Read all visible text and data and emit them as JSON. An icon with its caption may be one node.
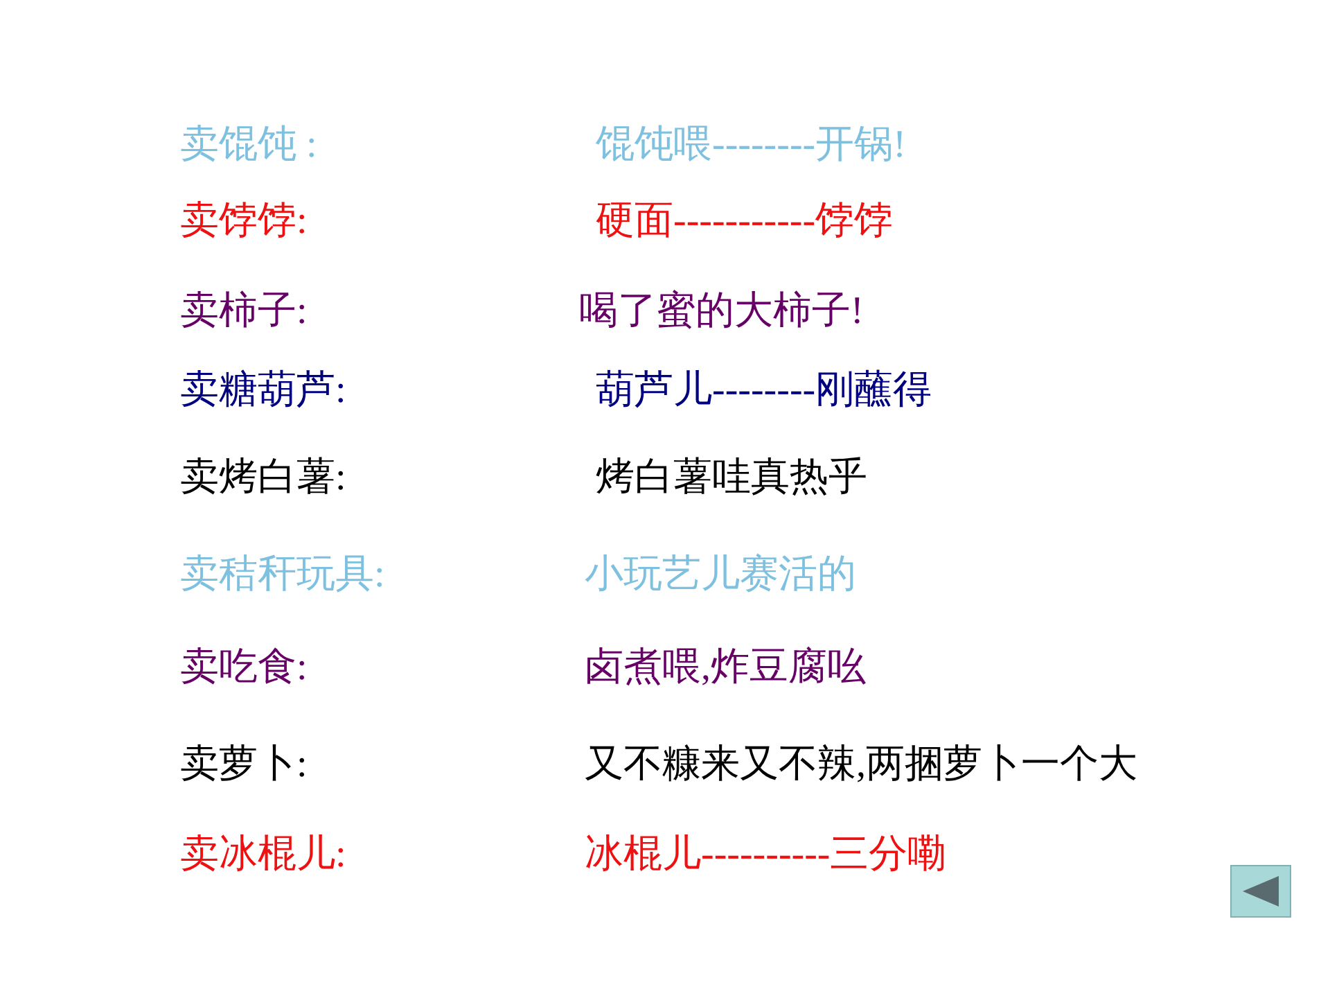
{
  "diagram": {
    "labels": [
      "卖馄饨 :",
      "馄饨喂--------开锅!",
      "卖饽饽:",
      "硬面-----------饽饽",
      "卖柿子:",
      "喝了蜜的大柿子!",
      "卖糖葫芦:",
      "葫芦儿--------刚蘸得",
      "卖烤白薯:",
      "烤白薯哇真热乎",
      "卖秸秆玩具:",
      "小玩艺儿赛活的",
      "卖吃食:",
      "卤煮喂,炸豆腐吆",
      "卖萝卜:",
      "又不糠来又不辣,两捆萝卜一个大",
      "卖冰棍儿:",
      "冰棍儿----------三分嘞"
    ]
  }
}
